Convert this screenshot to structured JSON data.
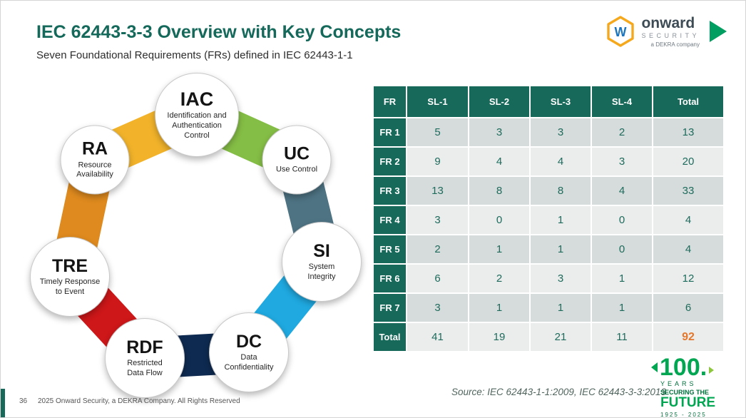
{
  "header": {
    "title": "IEC 62443-3-3 Overview with Key Concepts",
    "subtitle": "Seven Foundational Requirements (FRs) defined in IEC 62443-1-1",
    "logo": {
      "name": "onward",
      "security": "SECURITY",
      "tagline": "a DEKRA company",
      "monogram": "W"
    }
  },
  "diagram": {
    "nodes": [
      {
        "abbr": "IAC",
        "label": "Identification and Authentication Control"
      },
      {
        "abbr": "UC",
        "label": "Use Control"
      },
      {
        "abbr": "SI",
        "label": "System Integrity"
      },
      {
        "abbr": "DC",
        "label": "Data Confidentiality"
      },
      {
        "abbr": "RDF",
        "label": "Restricted Data Flow"
      },
      {
        "abbr": "TRE",
        "label": "Timely Response to Event"
      },
      {
        "abbr": "RA",
        "label": "Resource Availability"
      }
    ],
    "segments": [
      {
        "from": "RA",
        "to": "IAC",
        "color": "#F2B32A"
      },
      {
        "from": "IAC",
        "to": "UC",
        "color": "#85BE46"
      },
      {
        "from": "UC",
        "to": "SI",
        "color": "#4E7383"
      },
      {
        "from": "SI",
        "to": "DC",
        "color": "#1FA9E0"
      },
      {
        "from": "DC",
        "to": "RDF",
        "color": "#0E2A50"
      },
      {
        "from": "RDF",
        "to": "TRE",
        "color": "#CD1719"
      },
      {
        "from": "TRE",
        "to": "RA",
        "color": "#DE8A1E"
      }
    ]
  },
  "table": {
    "columns": [
      "FR",
      "SL-1",
      "SL-2",
      "SL-3",
      "SL-4",
      "Total"
    ],
    "rows": [
      {
        "fr": "FR 1",
        "values": [
          "5",
          "3",
          "3",
          "2",
          "13"
        ]
      },
      {
        "fr": "FR 2",
        "values": [
          "9",
          "4",
          "4",
          "3",
          "20"
        ]
      },
      {
        "fr": "FR 3",
        "values": [
          "13",
          "8",
          "8",
          "4",
          "33"
        ]
      },
      {
        "fr": "FR 4",
        "values": [
          "3",
          "0",
          "1",
          "0",
          "4"
        ]
      },
      {
        "fr": "FR 5",
        "values": [
          "2",
          "1",
          "1",
          "0",
          "4"
        ]
      },
      {
        "fr": "FR 6",
        "values": [
          "6",
          "2",
          "3",
          "1",
          "12"
        ]
      },
      {
        "fr": "FR 7",
        "values": [
          "3",
          "1",
          "1",
          "1",
          "6"
        ]
      },
      {
        "fr": "Total",
        "values": [
          "41",
          "19",
          "21",
          "11",
          "92"
        ]
      }
    ],
    "colors": {
      "header_bg": "#17695A",
      "number": "#1E6B5C",
      "grand_total": "#E4772B"
    }
  },
  "chart_data": {
    "type": "table",
    "columns": [
      "FR",
      "SL-1",
      "SL-2",
      "SL-3",
      "SL-4",
      "Total"
    ],
    "rows": [
      [
        "FR 1",
        5,
        3,
        3,
        2,
        13
      ],
      [
        "FR 2",
        9,
        4,
        4,
        3,
        20
      ],
      [
        "FR 3",
        13,
        8,
        8,
        4,
        33
      ],
      [
        "FR 4",
        3,
        0,
        1,
        0,
        4
      ],
      [
        "FR 5",
        2,
        1,
        1,
        0,
        4
      ],
      [
        "FR 6",
        6,
        2,
        3,
        1,
        12
      ],
      [
        "FR 7",
        3,
        1,
        1,
        1,
        6
      ],
      [
        "Total",
        41,
        19,
        21,
        11,
        92
      ]
    ]
  },
  "footer": {
    "page_number": "36",
    "copyright": "2025 Onward Security, a DEKRA Company. All Rights Reserved",
    "source": "Source: IEC 62443-1-1:2009, IEC 62443-3-3:2013",
    "century": {
      "number": "100.",
      "years": "YEARS",
      "securing": "SECURING THE",
      "future": "FUTURE",
      "dates": "1925 - 2025"
    }
  }
}
